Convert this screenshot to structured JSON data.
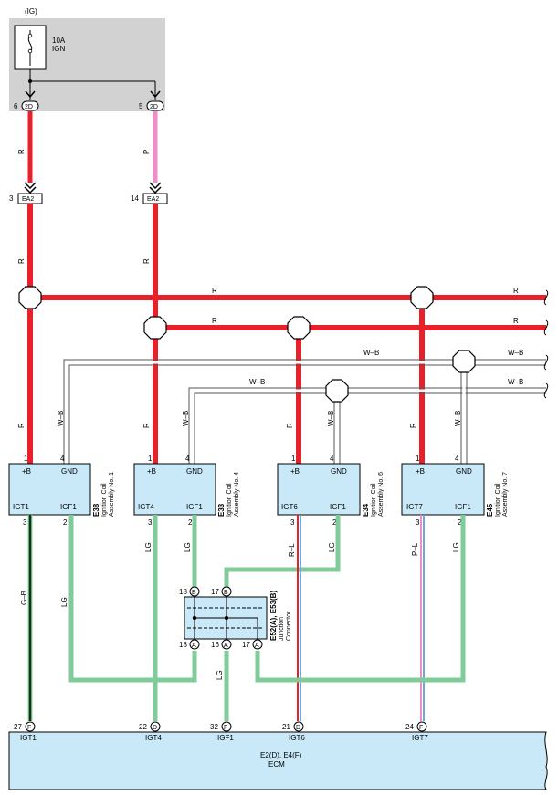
{
  "source": {
    "label": "(IG)",
    "fuse_rating": "10A",
    "fuse_name": "IGN",
    "pins": [
      {
        "num": "6",
        "conn": "2D"
      },
      {
        "num": "5",
        "conn": "2D"
      }
    ]
  },
  "splices": [
    {
      "num": "3",
      "conn": "EA2"
    },
    {
      "num": "14",
      "conn": "EA2"
    }
  ],
  "wire_labels": {
    "red": "R",
    "pink": "P",
    "ground": "W–B",
    "light_green": "LG",
    "green_black": "G–B",
    "red_blue": "R–L",
    "pink_blue": "P–L"
  },
  "coils": [
    {
      "id": "E38",
      "name": "Ignition Coil",
      "name2": "Assembly No. 1",
      "b": "+B",
      "gnd": "GND",
      "igt": "IGT1",
      "igf": "IGF1",
      "p1": "1",
      "p4": "4",
      "p3": "3",
      "p2": "2"
    },
    {
      "id": "E33",
      "name": "Ignition Coil",
      "name2": "Assembly No. 4",
      "b": "+B",
      "gnd": "GND",
      "igt": "IGT4",
      "igf": "IGF1",
      "p1": "1",
      "p4": "4",
      "p3": "3",
      "p2": "2"
    },
    {
      "id": "E34",
      "name": "Ignition Coil",
      "name2": "Assembly No. 6",
      "b": "+B",
      "gnd": "GND",
      "igt": "IGT6",
      "igf": "IGF1",
      "p1": "1",
      "p4": "4",
      "p3": "3",
      "p2": "2"
    },
    {
      "id": "E45",
      "name": "Ignition Coil",
      "name2": "Assembly No. 7",
      "b": "+B",
      "gnd": "GND",
      "igt": "IGT7",
      "igf": "IGF1",
      "p1": "1",
      "p4": "4",
      "p3": "3",
      "p2": "2"
    }
  ],
  "junction": {
    "id": "E52(A), E53(B)",
    "name": "Junction",
    "name2": "Connector",
    "top_pins": [
      {
        "num": "18",
        "conn": "B"
      },
      {
        "num": "17",
        "conn": "B"
      }
    ],
    "bottom_pins": [
      {
        "num": "18",
        "conn": "A"
      },
      {
        "num": "16",
        "conn": "A"
      },
      {
        "num": "17",
        "conn": "A"
      }
    ]
  },
  "ecm": {
    "id": "E2(D), E4(F)",
    "name": "ECM",
    "pins": [
      {
        "num": "27",
        "conn": "F",
        "label": "IGT1"
      },
      {
        "num": "22",
        "conn": "D",
        "label": "IGT4"
      },
      {
        "num": "32",
        "conn": "F",
        "label": "IGF1"
      },
      {
        "num": "21",
        "conn": "D",
        "label": "IGT6"
      },
      {
        "num": "24",
        "conn": "F",
        "label": "IGT7"
      }
    ]
  },
  "colors": {
    "red": "#e8202a",
    "pink": "#f08cc8",
    "light_green": "#7fcc9a",
    "blue": "#6aa7e0",
    "green": "#1e8a3a",
    "component_fill": "#c9e9f8",
    "fuse_box": "#d2d2d2"
  }
}
